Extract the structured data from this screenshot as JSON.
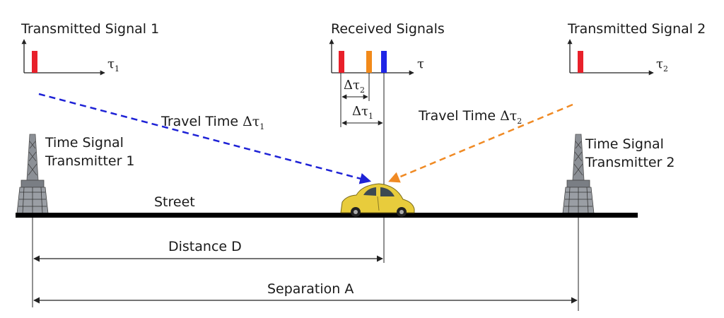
{
  "signals": {
    "tx1_title": "Transmitted Signal 1",
    "rx_title": "Received Signals",
    "tx2_title": "Transmitted Signal 2",
    "tau": "τ",
    "tau_sub_1": "1",
    "tau_sub_2": "2"
  },
  "delays": {
    "delta_tau": "Δτ",
    "sub_1": "1",
    "sub_2": "2"
  },
  "travel": {
    "label_prefix": "Travel Time ",
    "delta_tau": "Δτ",
    "sub_1": "1",
    "sub_2": "2"
  },
  "transmitters": {
    "t1_line1": "Time Signal",
    "t1_line2": "Transmitter 1",
    "t2_line1": "Time Signal",
    "t2_line2": "Transmitter 2"
  },
  "ground": {
    "street": "Street",
    "distance": "Distance D",
    "separation": "Separation A"
  },
  "colors": {
    "pulse_red": "#e8202a",
    "pulse_orange": "#f28a1a",
    "pulse_blue": "#1f25e6",
    "blue_path": "#1e22d6",
    "orange_path": "#f08a24",
    "street": "#000000",
    "car": "#e8cc3c"
  }
}
